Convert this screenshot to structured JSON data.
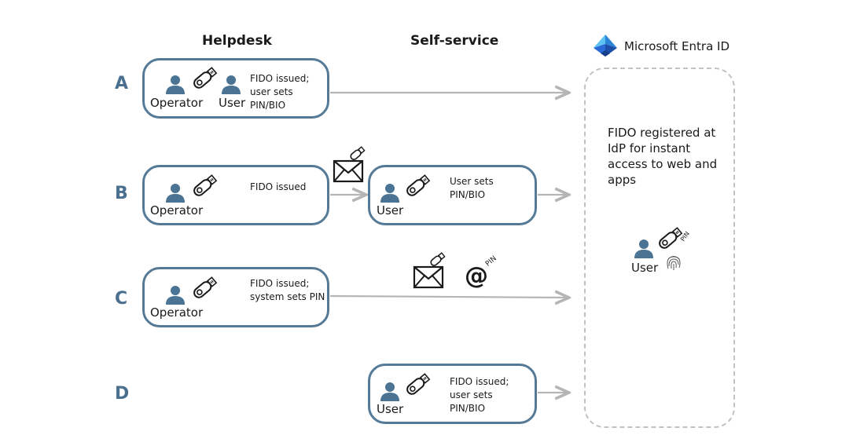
{
  "columns": {
    "helpdesk": "Helpdesk",
    "self_service": "Self-service"
  },
  "idp": {
    "brand": "Microsoft Entra ID",
    "description": "FIDO registered at IdP for instant access to web and apps",
    "user_label": "User",
    "pin_label": "PIN"
  },
  "rows": {
    "a": {
      "letter": "A",
      "helpdesk_box": {
        "operator": "Operator",
        "user": "User",
        "text": "FIDO issued; user sets PIN/BIO"
      }
    },
    "b": {
      "letter": "B",
      "helpdesk_box": {
        "operator": "Operator",
        "text": "FIDO issued"
      },
      "self_box": {
        "user": "User",
        "text": "User sets PIN/BIO"
      }
    },
    "c": {
      "letter": "C",
      "helpdesk_box": {
        "operator": "Operator",
        "text": "FIDO issued; system sets PIN"
      },
      "at_pin_label": "PIN"
    },
    "d": {
      "letter": "D",
      "self_box": {
        "user": "User",
        "text": "FIDO issued; user sets PIN/BIO"
      }
    }
  },
  "colors": {
    "box_border": "#547a97",
    "person_icon": "#4a7394",
    "row_letter": "#4a6f8f",
    "arrow": "#b5b5b5",
    "idp_border": "#c2c2c2"
  }
}
